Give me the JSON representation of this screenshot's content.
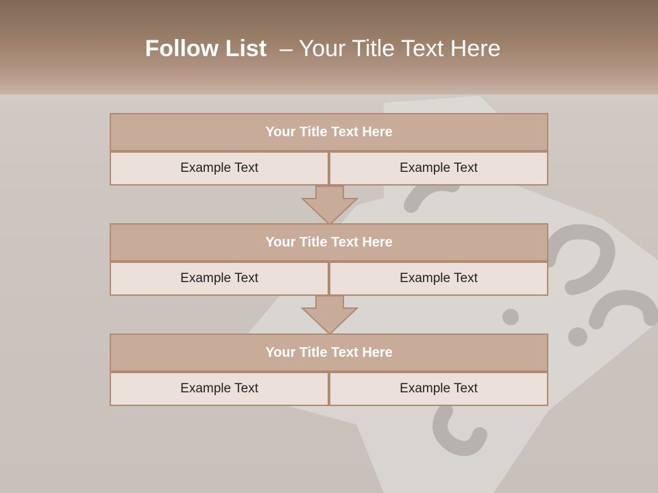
{
  "slide": {
    "title_bold": "Follow List",
    "title_rest": "  – Your Title Text Here"
  },
  "colors": {
    "header": "#9c806a",
    "box_title": "#c8ab99",
    "box_cell": "#ebe0da",
    "border": "#b08a72"
  },
  "rows": [
    {
      "title": "Your Title Text Here",
      "left": "Example Text",
      "right": "Example Text"
    },
    {
      "title": "Your Title Text Here",
      "left": "Example Text",
      "right": "Example Text"
    },
    {
      "title": "Your Title Text Here",
      "left": "Example Text",
      "right": "Example Text"
    }
  ],
  "icons": {
    "arrow": "down-arrow-icon"
  }
}
